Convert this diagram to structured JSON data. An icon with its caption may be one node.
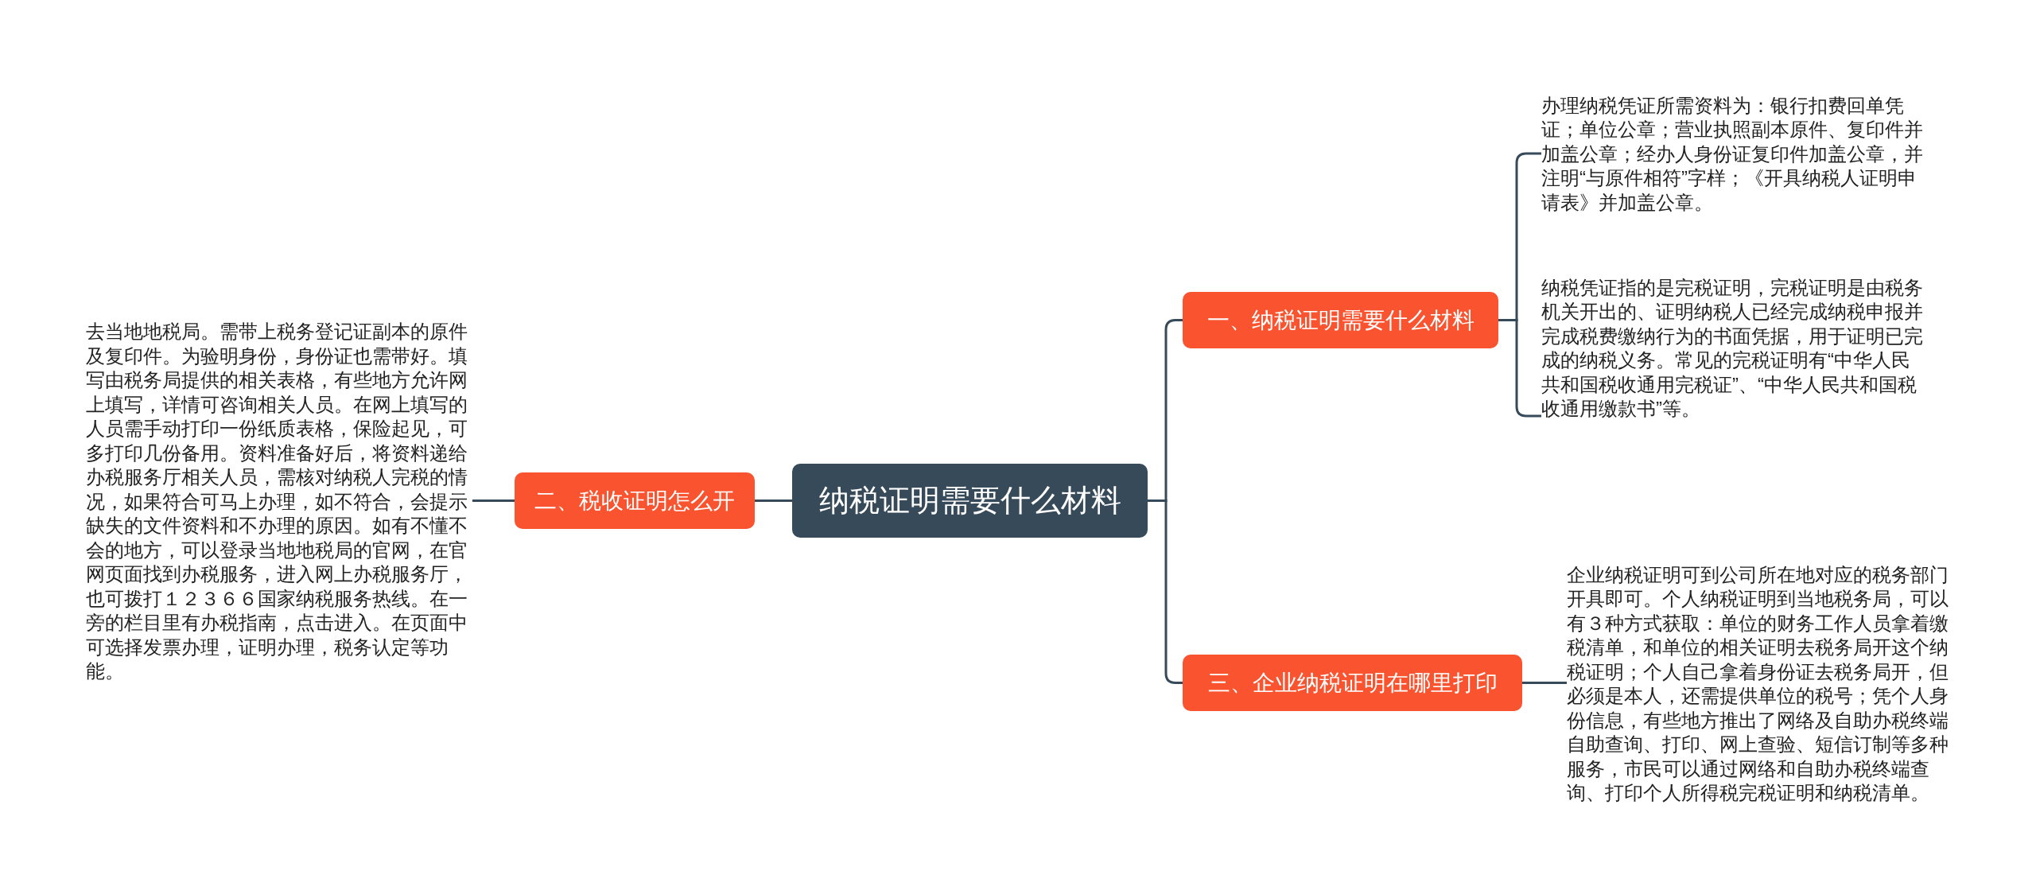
{
  "diagram": {
    "nodes": [
      {
        "text": [
          "纳税证明需要什么材料"
        ]
      },
      {
        "text": [
          "一、纳税证明需要什么材料"
        ]
      },
      {
        "text": [
          "办理纳税凭证所需资料为：银行扣费回单凭证；单位公章；营业执照副本原件、复印件并加盖公章；经办人身份证复印件加盖公章，并注明“与原件相符”字样；《开具纳税人证明申请表》并加盖公章。"
        ]
      },
      {
        "text": [
          "纳税凭证指的是完税证明，完税证明是由税务机关开出的、证明纳税人已经完成纳税申报并完成税费缴纳行为的书面凭据，用于证明已完成的纳税义务。常见的完税证明有“中华人民共和国税收通用完税证”、“中华人民共和国税收通用缴款书”等。"
        ]
      },
      {
        "text": [
          "二、税收证明怎么开"
        ]
      },
      {
        "text": [
          "去当地地税局。需带上税务登记证副本的原件及复印件。为验明身份，身份证也需带好。填写由税务局提供的相关表格，有些地方允许网上填写，详情可咨询相关人员。在网上填写的人员需手动打印一份纸质表格，保险起见，可多打印几份备用。资料准备好后，将资料递给办税服务厅相关人员，需核对纳税人完税的情况，如果符合可马上办理，如不符合，会提示缺失的文件资料和不办理的原因。如有不懂不会的地方，可以登录当地地税局的官网，在官网页面找到办税服务，进入网上办税服务厅，也可拨打１２３６６国家纳税服务热线。在一旁的栏目里有办税指南，点击进入。在页面中可选择发票办理，证明办理，税务认定等功能。"
        ]
      },
      {
        "text": [
          "三、企业纳税证明在哪里打印"
        ]
      },
      {
        "text": [
          "企业纳税证明可到公司所在地对应的税务部门开具即可。个人纳税证明到当地税务局，可以有３种方式获取：单位的财务工作人员拿着缴税清单，和单位的相关证明去税务局开这个纳税证明；个人自己拿着身份证去税务局开，但必须是本人，还需提供单位的税号；凭个人身份信息，有些地方推出了网络及自助办税终端自助查询、打印、网上查验、短信订制等多种服务，市民可以通过网络和自助办税终端查询、打印个人所得税完税证明和纳税清单。"
        ]
      }
    ],
    "edges": [
      {
        "from": 0,
        "to": 1,
        "arrow": "none"
      },
      {
        "from": 1,
        "to": 2,
        "arrow": "none"
      },
      {
        "from": 1,
        "to": 3,
        "arrow": "none"
      },
      {
        "from": 0,
        "to": 4,
        "arrow": "none"
      },
      {
        "from": 4,
        "to": 5,
        "arrow": "none"
      },
      {
        "from": 0,
        "to": 6,
        "arrow": "none"
      },
      {
        "from": 6,
        "to": 7,
        "arrow": "none"
      }
    ]
  }
}
